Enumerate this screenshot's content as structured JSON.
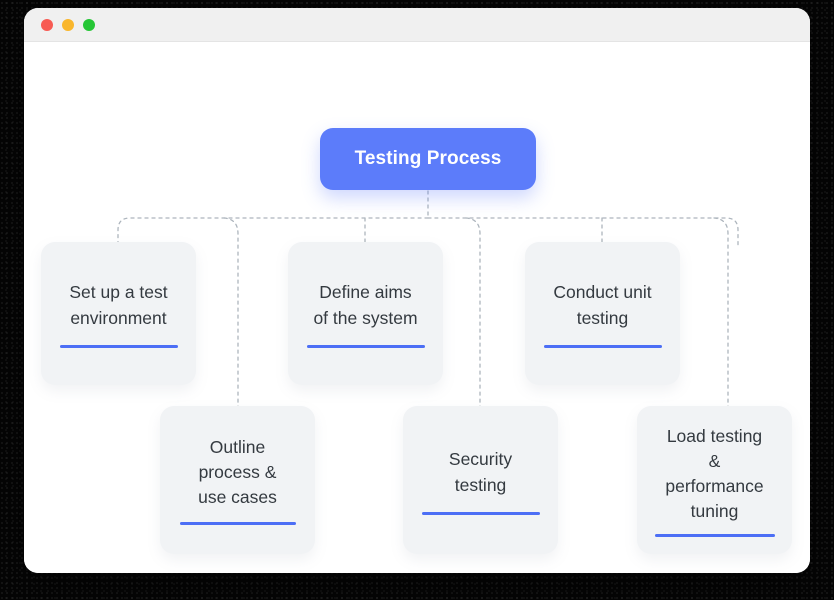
{
  "window": {
    "titlebar": {
      "buttons": [
        {
          "name": "close-button",
          "color": "#f75b53",
          "label": ""
        },
        {
          "name": "minimize-button",
          "color": "#f9b62c",
          "label": ""
        },
        {
          "name": "maximize-button",
          "color": "#26c636",
          "label": ""
        }
      ]
    }
  },
  "diagram": {
    "type": "tree",
    "accent_color": "#4c6ef5",
    "root": {
      "id": "testing-process",
      "label": "Testing Process",
      "background": "#5c7cfa",
      "text_color": "#ffffff"
    },
    "connector": {
      "style": "dashed",
      "color": "#adb5bd"
    },
    "nodes": [
      {
        "id": "setup-test-environment",
        "label": "Set up a test\nenvironment",
        "row": "top",
        "background": "#f1f3f5",
        "underline_color": "#4c6ef5"
      },
      {
        "id": "define-aims",
        "label": "Define aims\nof the system",
        "row": "top",
        "background": "#f1f3f5",
        "underline_color": "#4c6ef5"
      },
      {
        "id": "conduct-unit-testing",
        "label": "Conduct unit\ntesting",
        "row": "top",
        "background": "#f1f3f5",
        "underline_color": "#4c6ef5"
      },
      {
        "id": "outline-process-use-cases",
        "label": "Outline\nprocess &\nuse cases",
        "row": "bottom",
        "background": "#f1f3f5",
        "underline_color": "#4c6ef5"
      },
      {
        "id": "security-testing",
        "label": "Security\ntesting",
        "row": "bottom",
        "background": "#f1f3f5",
        "underline_color": "#4c6ef5"
      },
      {
        "id": "load-testing-performance-tuning",
        "label": "Load testing\n&\nperformance\ntuning",
        "row": "bottom",
        "background": "#f1f3f5",
        "underline_color": "#4c6ef5"
      }
    ]
  }
}
